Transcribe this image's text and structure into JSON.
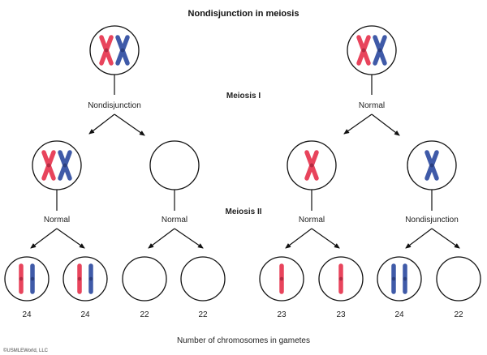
{
  "title": "Nondisjunction in meiosis",
  "stages": {
    "meiosis_1": "Meiosis I",
    "meiosis_2": "Meiosis II"
  },
  "left": {
    "meiosis_1_event": "Nondisjunction",
    "meiosis_2_events": [
      "Normal",
      "Normal"
    ],
    "gamete_counts": [
      "24",
      "24",
      "22",
      "22"
    ]
  },
  "right": {
    "meiosis_1_event": "Normal",
    "meiosis_2_events": [
      "Normal",
      "Nondisjunction"
    ],
    "gamete_counts": [
      "23",
      "23",
      "24",
      "22"
    ]
  },
  "footer": "Number of chromosomes in gametes",
  "copyright": "©USMLEWorld, LLC",
  "colors": {
    "red": "#e8445c",
    "blue": "#3f5aa8",
    "outline": "#111111"
  }
}
